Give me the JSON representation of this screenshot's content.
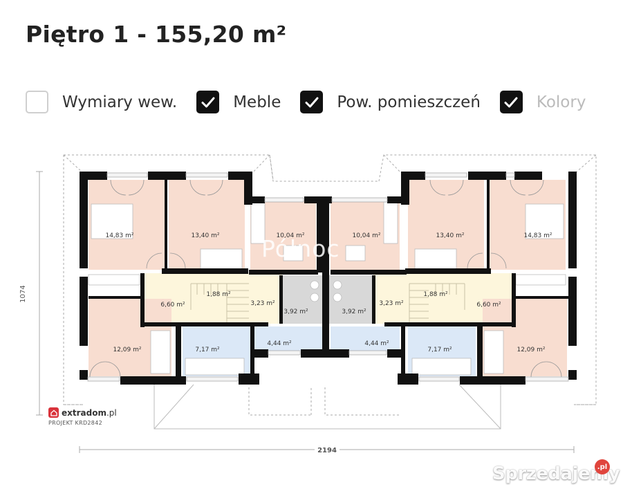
{
  "header": {
    "title": "Piętro 1 - 155,20 m²"
  },
  "toggles": [
    {
      "label": "Wymiary wew.",
      "checked": false
    },
    {
      "label": "Meble",
      "checked": true
    },
    {
      "label": "Pow. pomieszczeń",
      "checked": true
    },
    {
      "label": "Kolory",
      "checked": true
    }
  ],
  "plan": {
    "dimension_height": "1074",
    "dimension_width": "2194",
    "rooms_left": [
      {
        "id": "bedroom-1",
        "area": "14,83 m²",
        "type": "bedroom"
      },
      {
        "id": "bedroom-2",
        "area": "13,40 m²",
        "type": "bedroom"
      },
      {
        "id": "bedroom-3",
        "area": "10,04 m²",
        "type": "bedroom"
      },
      {
        "id": "hall",
        "area": "6,60 m²",
        "type": "hall"
      },
      {
        "id": "stairs",
        "area": "1,88 m²",
        "type": "hall"
      },
      {
        "id": "corridor",
        "area": "3,23 m²",
        "type": "hall"
      },
      {
        "id": "laundry",
        "area": "3,92 m²",
        "type": "utility"
      },
      {
        "id": "bathroom",
        "area": "7,17 m²",
        "type": "bathroom"
      },
      {
        "id": "wc",
        "area": "4,44 m²",
        "type": "bathroom"
      },
      {
        "id": "bedroom-4",
        "area": "12,09 m²",
        "type": "bedroom"
      }
    ],
    "rooms_right": [
      {
        "id": "bedroom-3",
        "area": "10,04 m²",
        "type": "bedroom"
      },
      {
        "id": "bedroom-2",
        "area": "13,40 m²",
        "type": "bedroom"
      },
      {
        "id": "bedroom-1",
        "area": "14,83 m²",
        "type": "bedroom"
      },
      {
        "id": "laundry",
        "area": "3,92 m²",
        "type": "utility"
      },
      {
        "id": "corridor",
        "area": "3,23 m²",
        "type": "hall"
      },
      {
        "id": "stairs",
        "area": "1,88 m²",
        "type": "hall"
      },
      {
        "id": "hall",
        "area": "6,60 m²",
        "type": "hall"
      },
      {
        "id": "wc",
        "area": "4,44 m²",
        "type": "bathroom"
      },
      {
        "id": "bathroom",
        "area": "7,17 m²",
        "type": "bathroom"
      },
      {
        "id": "bedroom-4",
        "area": "12,09 m²",
        "type": "bedroom"
      }
    ],
    "colors": {
      "bedroom": "#f8ddd0",
      "hall": "#fdf6dc",
      "utility": "#d8d8d8",
      "bathroom": "#dbe8f7",
      "wall": "#111111"
    }
  },
  "branding": {
    "logo_text": "extradom",
    "logo_suffix": ".pl",
    "project_label": "PROJEKT KRD2842"
  },
  "watermarks": {
    "center": "Północ",
    "bottom": "Sprzedajemy",
    "bottom_badge": ".pl"
  }
}
